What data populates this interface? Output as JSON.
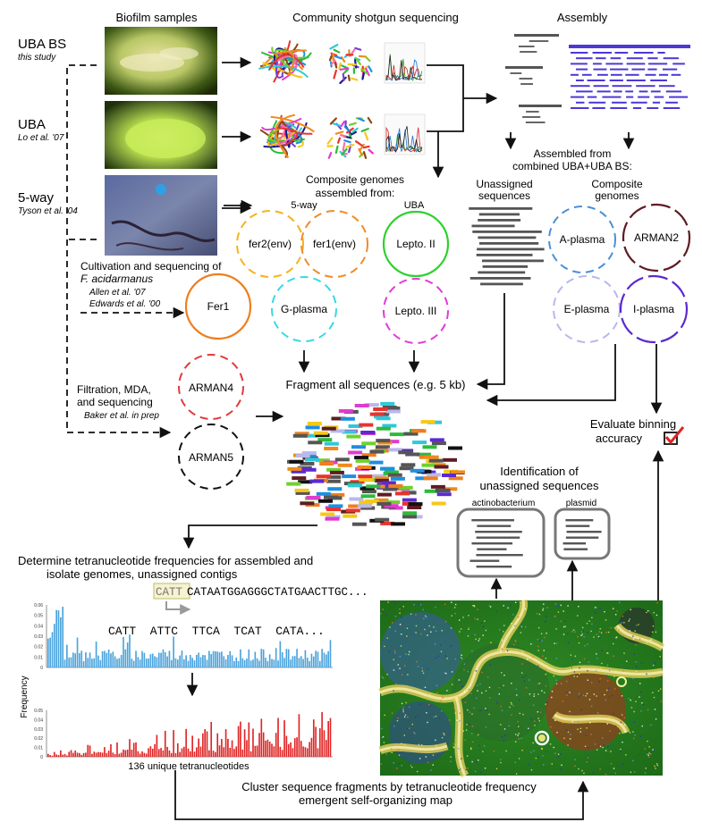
{
  "headers": {
    "biofilm": "Biofilm samples",
    "shotgun": "Community shotgun sequencing",
    "assembly": "Assembly"
  },
  "samples": [
    {
      "name": "UBA BS",
      "citation": "this study"
    },
    {
      "name": "UBA",
      "citation": "Lo et al. '07"
    },
    {
      "name": "5-way",
      "citation": "Tyson et al. '04"
    }
  ],
  "cultivation": {
    "line1": "Cultivation and sequencing of",
    "line2": "F. acidarmanus",
    "cite1": "Allen et al. '07",
    "cite2": "Edwards et al. '00"
  },
  "filtration": {
    "line1": "Filtration, MDA,",
    "line2": "and sequencing",
    "cite": "Baker et al. in prep"
  },
  "composite": {
    "title1": "Composite genomes",
    "title2": "assembled from:",
    "label_5way": "5-way",
    "label_uba": "UBA"
  },
  "combined": {
    "line1": "Assembled from",
    "line2": "combined UBA+UBA BS:",
    "unassigned1": "Unassigned",
    "unassigned2": "sequences",
    "composite1": "Composite",
    "composite2": "genomes"
  },
  "genomes": {
    "fer2": "fer2(env)",
    "fer1env": "fer1(env)",
    "lepto2": "Lepto. II",
    "fer1": "Fer1",
    "gplasma": "G-plasma",
    "lepto3": "Lepto. III",
    "aplasma": "A-plasma",
    "arman2": "ARMAN2",
    "eplasma": "E-plasma",
    "iplasma": "I-plasma",
    "arman4": "ARMAN4",
    "arman5": "ARMAN5"
  },
  "fragment": "Fragment all sequences (e.g. 5 kb)",
  "evaluate": {
    "line1": "Evaluate binning",
    "line2": "accuracy"
  },
  "identification": {
    "line1": "Identification of",
    "line2": "unassigned sequences",
    "actino": "actinobacterium",
    "plasmid": "plasmid"
  },
  "tetra": {
    "line1": "Determine tetranucleotide frequencies for assembled and",
    "line2": "isolate genomes, unassigned contigs",
    "sequence_highlight": "CATT",
    "sequence_rest": "CATAATGGAGGGCTATGAACTTGC...",
    "tetramers": "CATT  ATTC  TTCA  TCAT  CATA..."
  },
  "histogram": {
    "ylabel": "Frequency",
    "xlabel": "136 unique tetranucleotides",
    "top_ticks": [
      "0.06",
      "0.05",
      "0.04",
      "0.03",
      "0.02",
      "0.01",
      "0"
    ],
    "bottom_ticks": [
      "0.05",
      "0.04",
      "0.03",
      "0.02",
      "0.01",
      "0"
    ]
  },
  "cluster": {
    "line1": "Cluster sequence fragments by tetranucleotide frequency",
    "line2": "emergent self-organizing map"
  },
  "colors": {
    "fer2": "#f5b21f",
    "fer1env": "#ef8c2a",
    "lepto2": "#2ed12e",
    "fer1": "#ef7e1e",
    "gplasma": "#38d8e6",
    "lepto3": "#e03bd6",
    "aplasma": "#4b8fd6",
    "arman2": "#5e1c22",
    "eplasma": "#b8b8ec",
    "iplasma": "#5b2ad0",
    "arman4": "#e03a3a",
    "arman5": "#111111",
    "assembly_blue": "#4d38d6",
    "hist_blue": "#4aa3dc",
    "hist_red": "#e02424"
  }
}
